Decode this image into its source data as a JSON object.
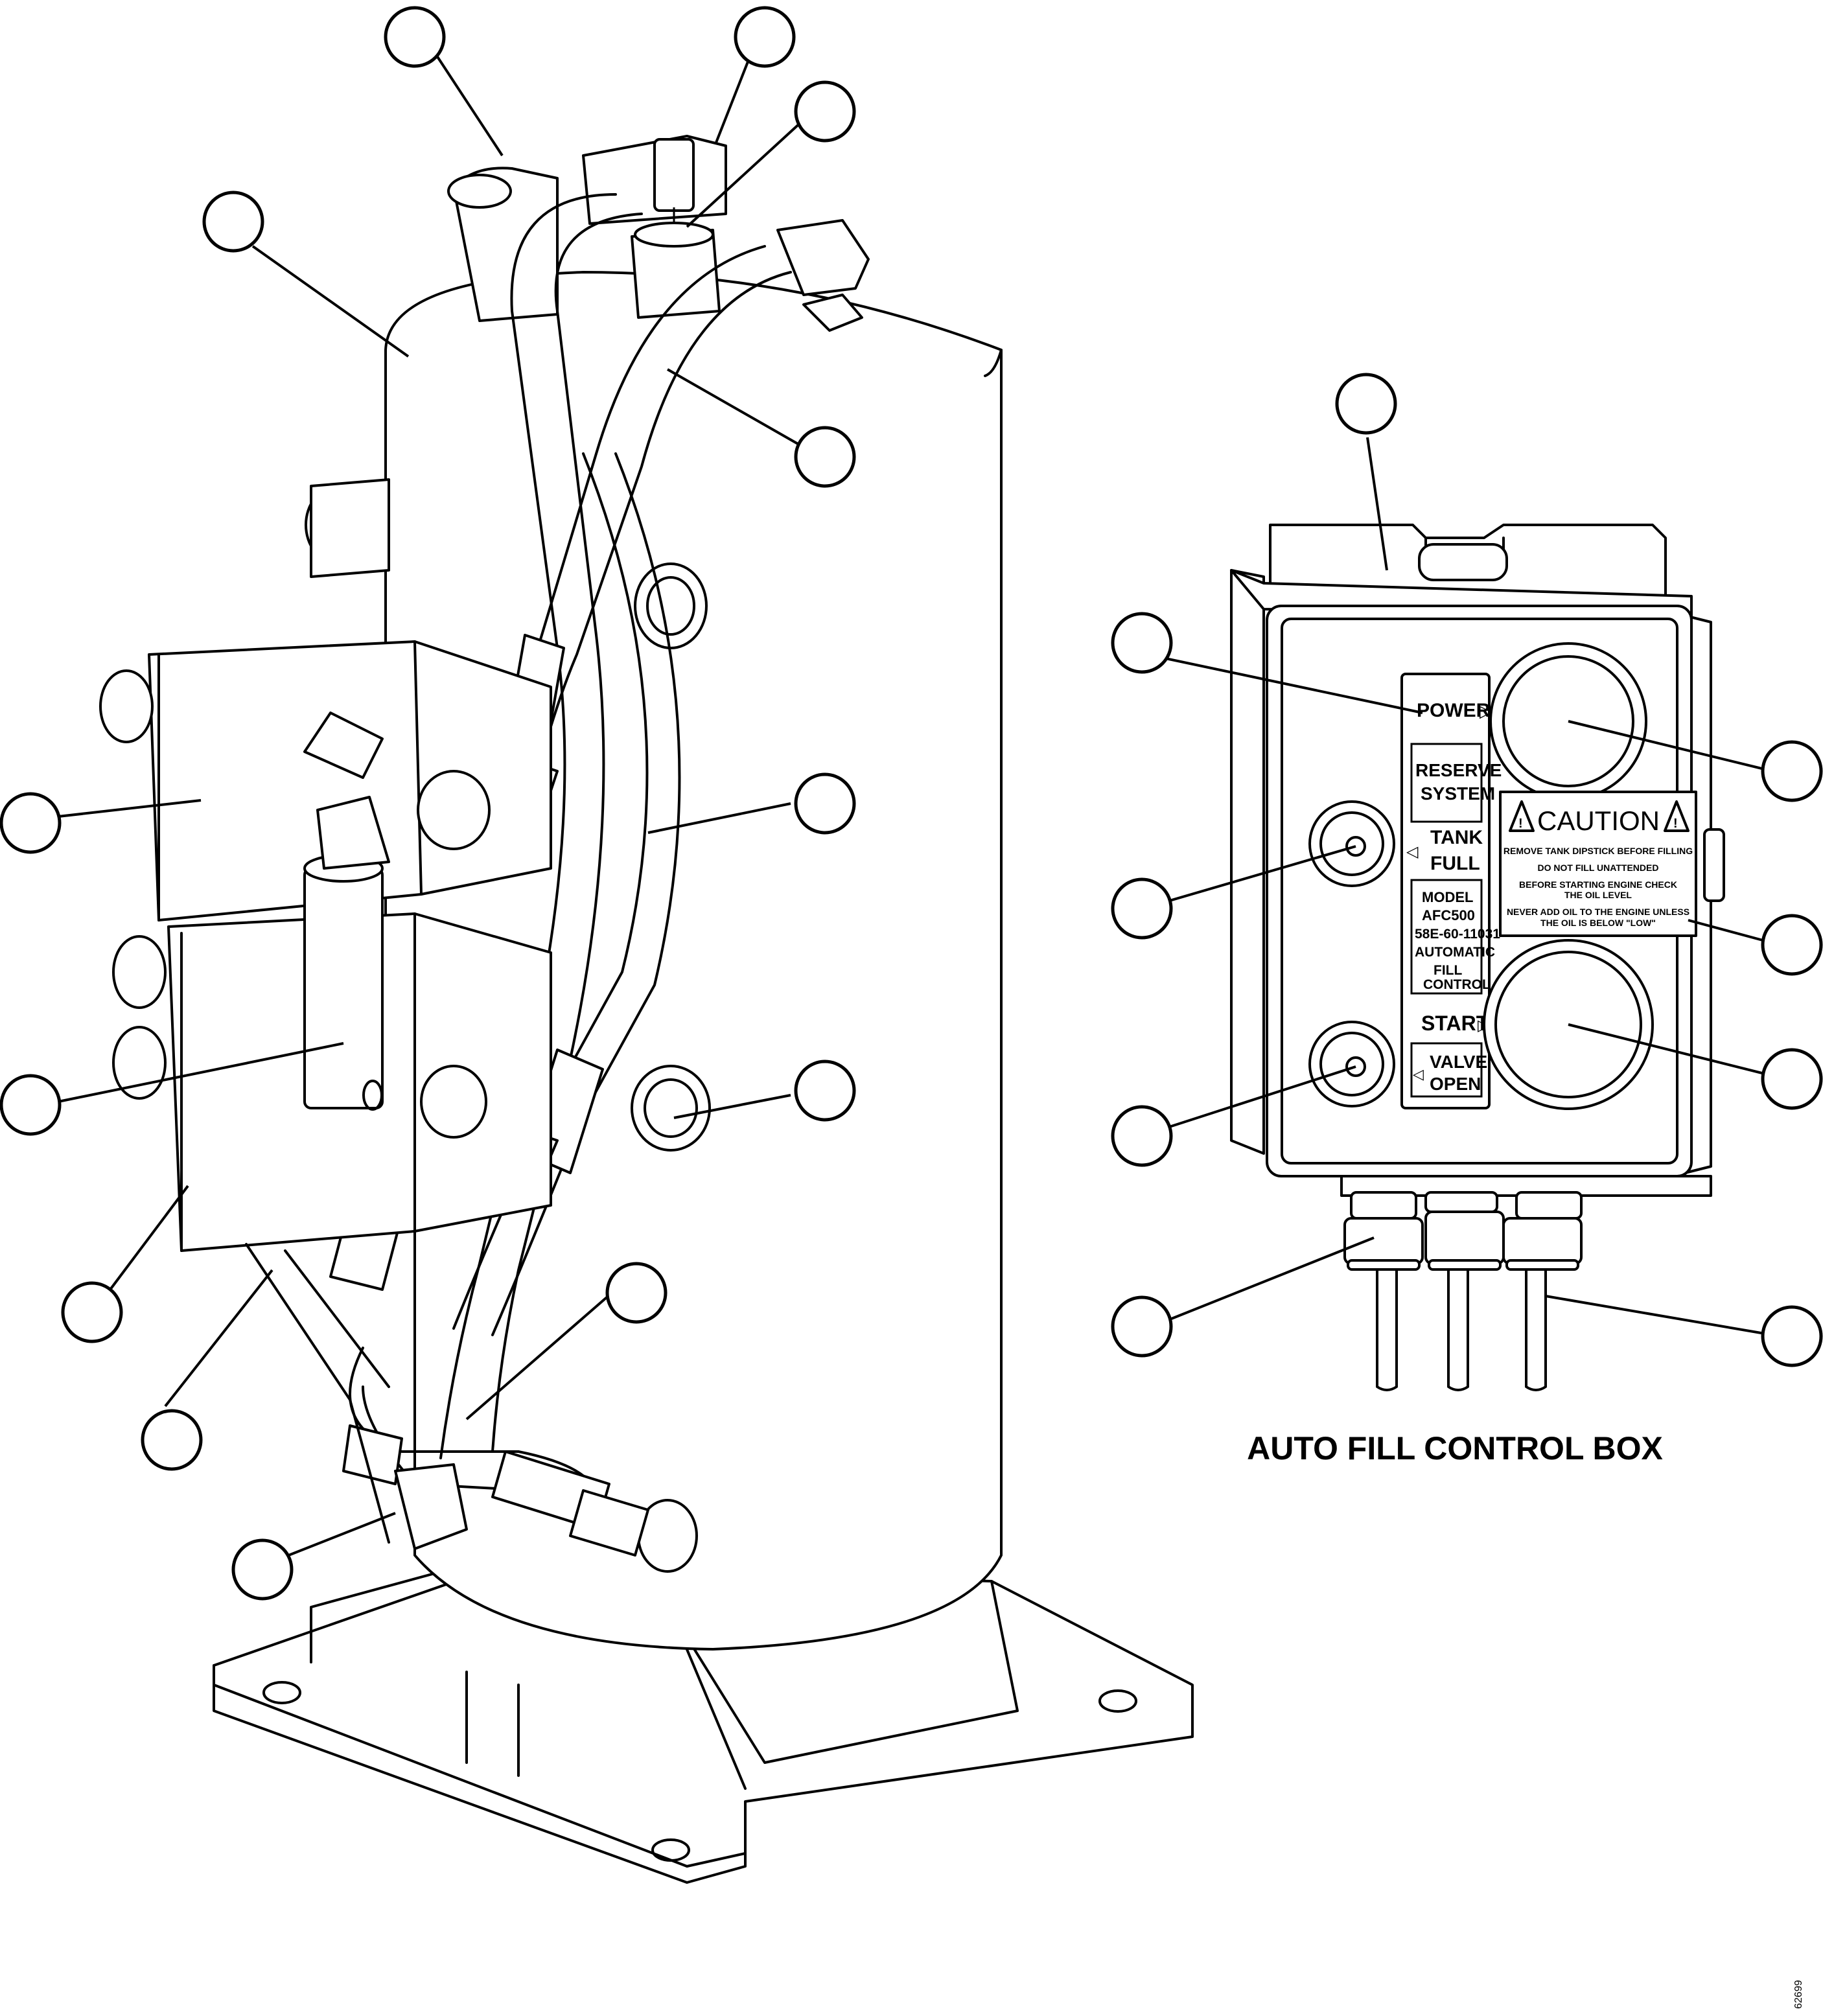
{
  "figure_caption": "AUTO FILL CONTROL BOX",
  "figure_code": "62699",
  "panel": {
    "power": "POWER",
    "reserve_line1": "RESERVE",
    "reserve_line2": "SYSTEM",
    "tank_line1": "TANK",
    "tank_line2": "FULL",
    "model_line1": "MODEL",
    "model_line2": "AFC500",
    "model_line3": "58E-60-11031",
    "model_line4": "AUTOMATIC",
    "model_line5": "FILL",
    "model_line6": "CONTROL",
    "start": "START",
    "valve_line1": "VALVE",
    "valve_line2": "OPEN"
  },
  "caution": {
    "title": "CAUTION",
    "line1": "REMOVE TANK DIPSTICK BEFORE FILLING",
    "line2": "DO NOT FILL UNATTENDED",
    "line3": "BEFORE STARTING ENGINE CHECK",
    "line4": "THE OIL LEVEL",
    "line5": "NEVER ADD OIL TO THE ENGINE UNLESS",
    "line6": "THE OIL IS BELOW \"LOW\""
  }
}
